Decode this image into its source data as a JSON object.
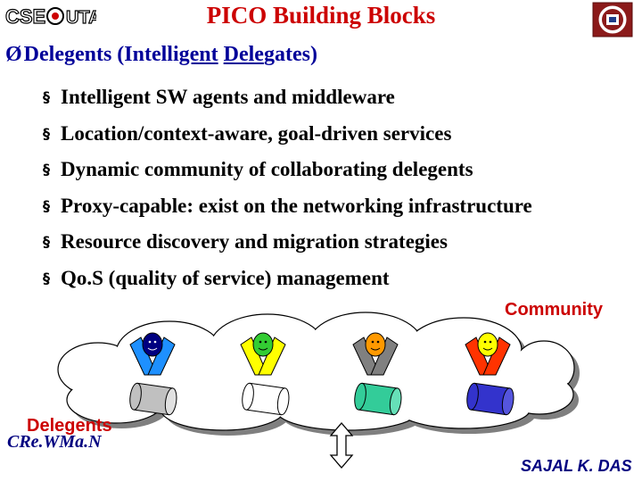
{
  "header": {
    "title": "PICO Building Blocks",
    "logo_left_text": "CSE UTA",
    "logo_right": "university-seal"
  },
  "section": {
    "marker": "Ø",
    "prefix": "Delegents (Intelli",
    "gent": "gent",
    "space": " ",
    "dele": "Dele",
    "suffix": "gates)"
  },
  "bullets": [
    "Intelligent SW agents and middleware",
    "Location/context-aware, goal-driven services",
    "Dynamic community of collaborating delegents",
    "Proxy-capable: exist on the networking infrastructure",
    "Resource discovery and migration strategies",
    "Qo.S (quality of service) management"
  ],
  "bullet_symbol": "§",
  "diagram": {
    "community_label": "Community",
    "delegents_label": "Delegents",
    "agents": [
      {
        "color": "#1e90ff",
        "face": "#000080",
        "cylinder": "#c0c0c0"
      },
      {
        "color": "#ffff00",
        "face": "#33cc33",
        "cylinder": "#ffffff"
      },
      {
        "color": "#808080",
        "face": "#ff9900",
        "cylinder": "#33cc99"
      },
      {
        "color": "#ff3300",
        "face": "#ffff00",
        "cylinder": "#3333cc"
      }
    ]
  },
  "footer": {
    "left": "CRe.WMa.N",
    "right": "SAJAL K. DAS"
  }
}
